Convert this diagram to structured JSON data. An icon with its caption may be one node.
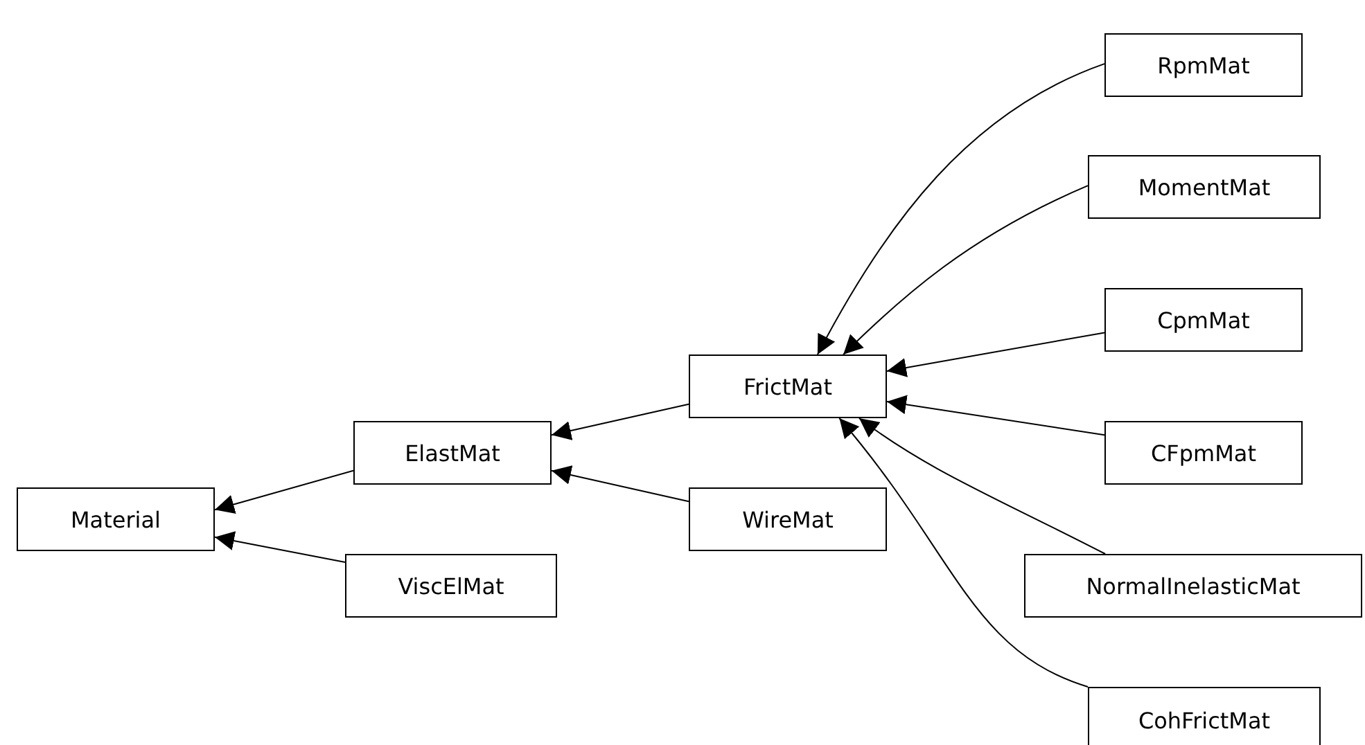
{
  "diagram": {
    "nodes": [
      {
        "text": [
          "Material"
        ]
      },
      {
        "text": [
          "ElastMat"
        ]
      },
      {
        "text": [
          "ViscElMat"
        ]
      },
      {
        "text": [
          "FrictMat"
        ]
      },
      {
        "text": [
          "WireMat"
        ]
      },
      {
        "text": [
          "RpmMat"
        ]
      },
      {
        "text": [
          "MomentMat"
        ]
      },
      {
        "text": [
          "CpmMat"
        ]
      },
      {
        "text": [
          "CFpmMat"
        ]
      },
      {
        "text": [
          "NormalInelasticMat"
        ]
      },
      {
        "text": [
          "CohFrictMat"
        ]
      }
    ],
    "edges": [
      {
        "from": 1,
        "to": 0,
        "arrow": "to"
      },
      {
        "from": 2,
        "to": 0,
        "arrow": "to"
      },
      {
        "from": 3,
        "to": 1,
        "arrow": "to"
      },
      {
        "from": 4,
        "to": 1,
        "arrow": "to"
      },
      {
        "from": 5,
        "to": 3,
        "arrow": "to"
      },
      {
        "from": 6,
        "to": 3,
        "arrow": "to"
      },
      {
        "from": 7,
        "to": 3,
        "arrow": "to"
      },
      {
        "from": 8,
        "to": 3,
        "arrow": "to"
      },
      {
        "from": 9,
        "to": 3,
        "arrow": "to"
      },
      {
        "from": 10,
        "to": 3,
        "arrow": "to"
      }
    ]
  }
}
